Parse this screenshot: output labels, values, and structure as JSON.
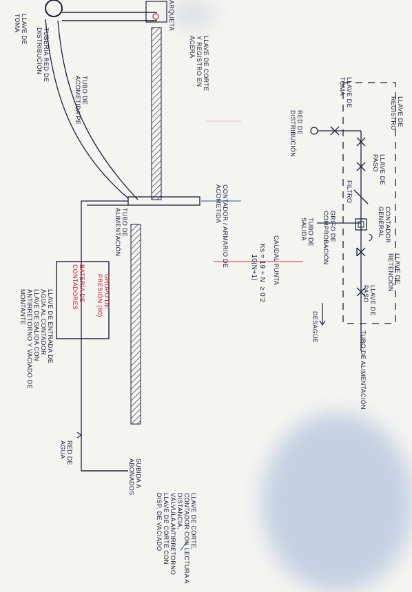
{
  "labels": {
    "red_distribucion_left": "TUBERÍA RED DE\nDISTRIBUCIÓN",
    "llave_toma_left": "LLAVE DE\nTOMA",
    "arqueta": "ARQUETA",
    "llave_corte_acera": "LLAVE DE CORTE\nY REGISTRO EN\nACERA",
    "tubo_acometida": "TUBO DE\nACOMETIDA PE",
    "contador_armario": "CONTADOR / ARMARIO DE\nACOMETIDA",
    "tubo_alimentacion_left": "TUBO DE\nALIMENTACIÓN",
    "grupo_presion": "GRUPO DE\nPRESIÓN (60)",
    "bateria_contadores": "BATERÍA DE\nCONTADORES",
    "bateria_desc": "LLAVE DE ENTRADA DE\nAGUA AL CONTADOR\nLLAVE DE SALIDA CON\nANTIRRETORNO Y VACIADO DE\nMONTANTE",
    "red_agua": "RED DE\nAGUA",
    "subida_abonados": "SUBIDA A\nABONADOS.",
    "llave_corte_note": "LLAVE DE CORTE,\nCONTADOR CON LECTURA A\nDISTANCIA,\nVÁLVULA ANTIRRETORNO\nLLAVE DE CORTE CON\nDISP. DE VACIADO",
    "llave_toma_right": "LLAVE DE\nTOMA",
    "llave_registro": "LLAVE DE\nREGISTRO",
    "red_distribucion_right": "RED DE\nDISTRIBUCIÓN",
    "llave_paso_1": "LLAVE DE\nPASO",
    "filtro": "FILTRO",
    "contador_general": "CONTADOR\nGENERAL",
    "llave_retencion": "LLAVE DE\nRETENCIÓN",
    "grifo_comprobacion": "GRIFO DE\nCOMPROBACIÓN",
    "tubo_salida": "TUBO DE\nSALIDA",
    "caudal_punta": "CAUDAL PUNTA",
    "formula": "Ks = 19 + N  ≥ 0'2\n     10(N+1)",
    "llave_paso_2": "LLAVE DE\nPASO",
    "desague": "DESAGÜE",
    "tubo_alimentacion_right": "TUBO DE ALIMENTACIÓN"
  },
  "colors": {
    "ink": "#1a1e3a",
    "red": "#c0182a",
    "arrow_blue": "#2a4a9a",
    "stain": "#9fb4d8"
  }
}
